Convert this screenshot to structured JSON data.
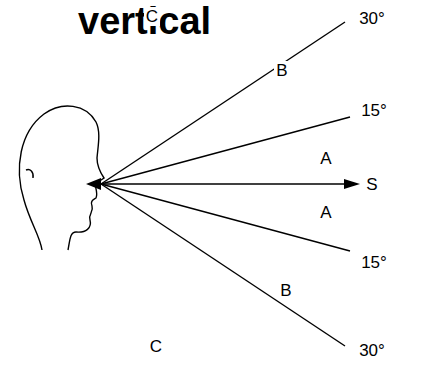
{
  "diagram": {
    "title": "vertical",
    "labels": [
      "C",
      "30°",
      "B",
      "15°",
      "A",
      "S",
      "A",
      "15°",
      "B",
      "C",
      "30°"
    ]
  }
}
